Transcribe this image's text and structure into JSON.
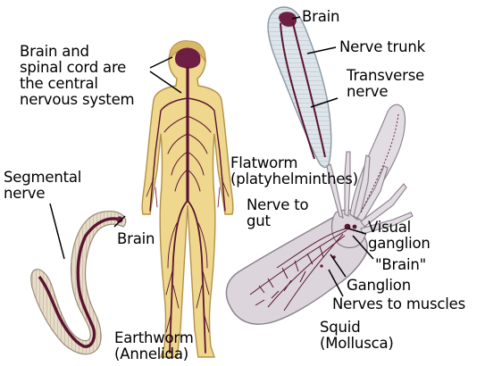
{
  "colors": {
    "skin": "#f0d78e",
    "skin_outline": "#b49148",
    "nerve": "#5a1430",
    "brain": "#6e1d43",
    "worm_fill": "#e7dcc8",
    "worm_outline": "#9a8a78",
    "squid_fill": "#dcd5dc",
    "flatworm_fill": "#dde5ea",
    "line": "#000000"
  },
  "labels": {
    "human_caption": "Brain and\nspinal cord are\nthe central\nnervous system",
    "flatworm_brain": "Brain",
    "nerve_trunk": "Nerve trunk",
    "transverse_nerve": "Transverse\nnerve",
    "flatworm_caption": "Flatworm\n(platyhelminthes)",
    "segmental_nerve": "Segmental\nnerve",
    "earthworm_brain": "Brain",
    "earthworm_caption": "Earthworm\n(Annelida)",
    "nerve_to_gut": "Nerve to\ngut",
    "visual_ganglion": "Visual\nganglion",
    "squid_brain": "\"Brain\"",
    "ganglion": "Ganglion",
    "nerves_to_muscles": "Nerves to muscles",
    "squid_caption": "Squid\n(Mollusca)"
  }
}
